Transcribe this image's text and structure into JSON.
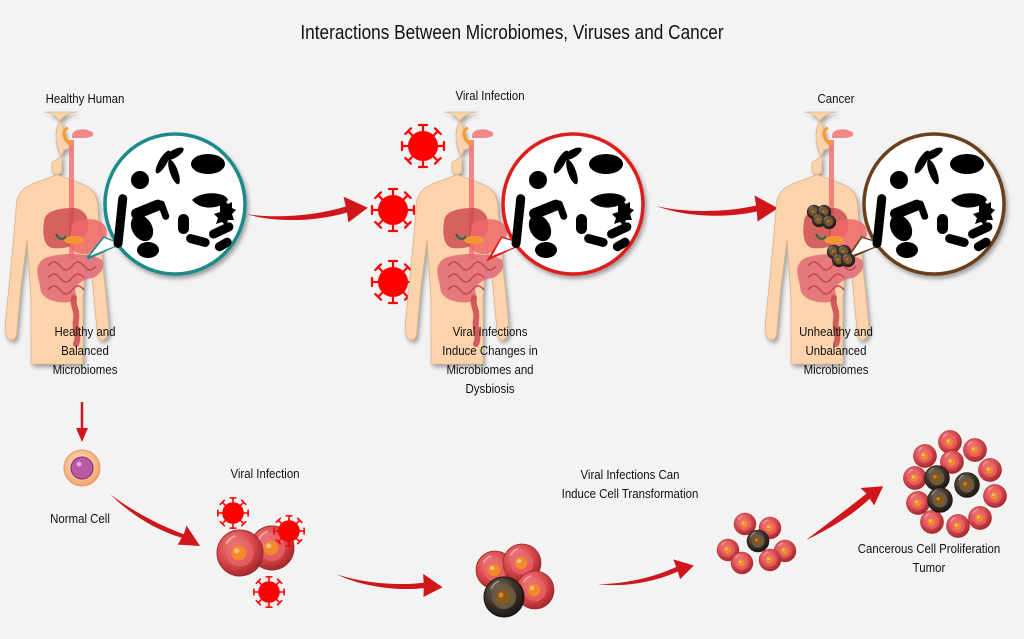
{
  "title": "Interactions Between Microbiomes, Viruses and Cancer",
  "stages": {
    "healthy": {
      "heading": "Healthy Human",
      "caption": "Healthy and\nBalanced\nMicrobiomes",
      "bubble_border": "#1e8a8a"
    },
    "viral": {
      "heading": "Viral Infection",
      "caption": "Viral Infections\nInduce Changes in\nMicrobiomes and\nDysbiosis",
      "bubble_border": "#e01c1c"
    },
    "cancer": {
      "heading": "Cancer",
      "caption": "Unhealthy and\nUnbalanced\nMicrobiomes",
      "bubble_border": "#6b3f1c"
    }
  },
  "cell_path": {
    "normal_cell": "Normal Cell",
    "viral_infection": "Viral Infection",
    "transformation": "Viral Infections Can\nInduce Cell Transformation",
    "tumor": "Cancerous Cell Proliferation\nTumor"
  },
  "colors": {
    "arrow": "#d0161b",
    "virus": "#ff0000",
    "skin": "#fdd3ab",
    "cell": "#d9474b",
    "cell_nucleus": "#f38a2a",
    "cancer_cell": "#3d3127"
  },
  "icons": [
    "human-body-icon",
    "microbiome-bubble-icon",
    "virus-icon",
    "normal-cell-icon",
    "infected-cell-icon",
    "transformed-cell-icon",
    "tumor-icon",
    "arrow-icon"
  ]
}
